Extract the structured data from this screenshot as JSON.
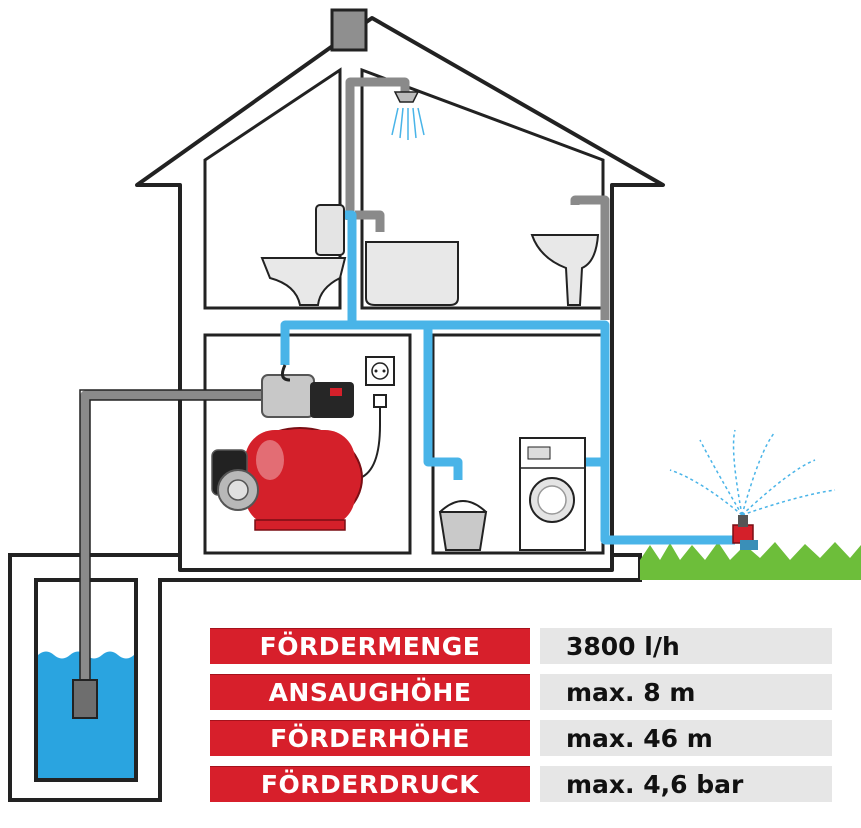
{
  "colors": {
    "wall": "#ffffff",
    "outline": "#222222",
    "pipe_water": "#49b4e8",
    "pipe_grey": "#8a8a8a",
    "pump_red": "#d4202a",
    "label_red": "#d71f2b",
    "value_grey": "#e6e6e6",
    "grass": "#6dbe3a",
    "well_water": "#2aa4e0"
  },
  "icons": [
    "shower-icon",
    "toilet-icon",
    "bathtub-icon",
    "sink-icon",
    "power-socket-icon",
    "plug-icon",
    "bucket-icon",
    "washing-machine-icon",
    "sprinkler-icon",
    "pump-icon",
    "submersible-filter-icon"
  ],
  "specs": [
    {
      "label": "FÖRDERMENGE",
      "value": "3800 l/h"
    },
    {
      "label": "ANSAUGHÖHE",
      "value": "max. 8 m"
    },
    {
      "label": "FÖRDERHÖHE",
      "value": "max. 46 m"
    },
    {
      "label": "FÖRDERDRUCK",
      "value": "max. 4,6 bar"
    }
  ]
}
